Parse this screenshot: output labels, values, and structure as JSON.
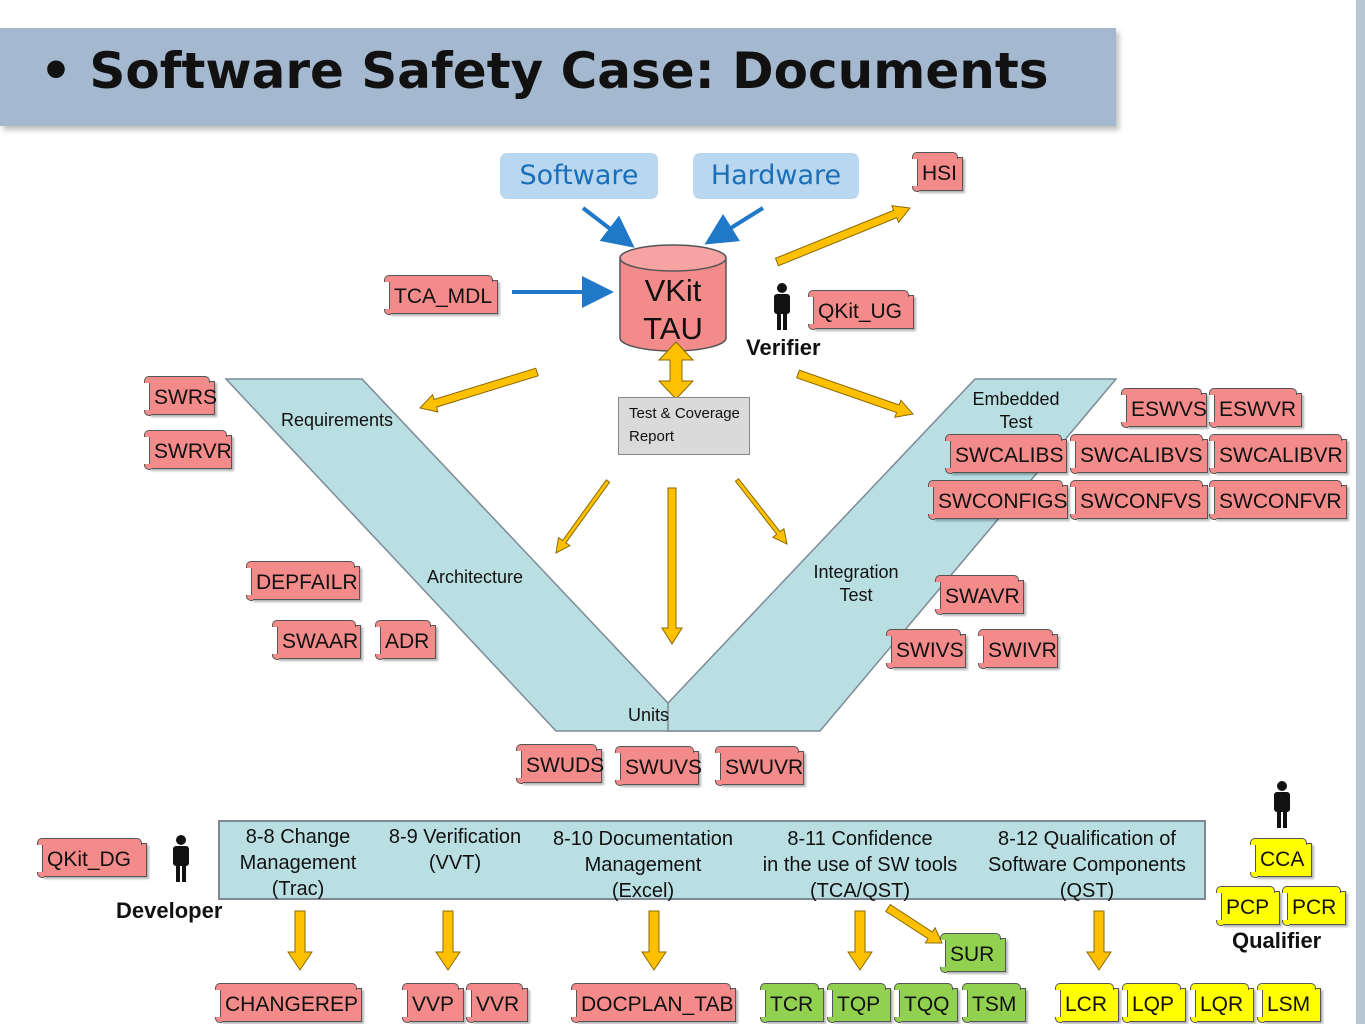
{
  "title": "Software Safety Case: Documents",
  "inputs": {
    "software": "Software",
    "hardware": "Hardware"
  },
  "tool": {
    "line1": "VKit",
    "line2": "TAU"
  },
  "report": {
    "line1": "Test & Coverage",
    "line2": "Report"
  },
  "roles": {
    "verifier": "Verifier",
    "developer": "Developer",
    "qualifier": "Qualifier"
  },
  "v_labels": {
    "requirements": "Requirements",
    "architecture": "Architecture",
    "units": "Units",
    "integration_line1": "Integration",
    "integration_line2": "Test",
    "embedded_line1": "Embedded",
    "embedded_line2": "Test"
  },
  "phases": [
    {
      "line1": "8-8 Change",
      "line2": "Management",
      "line3": "(Trac)"
    },
    {
      "line1": "8-9 Verification",
      "line2": "(VVT)",
      "line3": ""
    },
    {
      "line1": "8-10 Documentation",
      "line2": "Management",
      "line3": "(Excel)"
    },
    {
      "line1": "8-11 Confidence",
      "line2": "in the use of SW tools",
      "line3": "(TCA/QST)"
    },
    {
      "line1": "8-12 Qualification of",
      "line2": "Software Components",
      "line3": "(QST)"
    }
  ],
  "docs": {
    "hsi": "HSI",
    "tca_mdl": "TCA_MDL",
    "qkit_ug": "QKit_UG",
    "swrs": "SWRS",
    "swrvr": "SWRVR",
    "eswvs": "ESWVS",
    "eswvr": "ESWVR",
    "swcalibs": "SWCALIBS",
    "swcalibvs": "SWCALIBVS",
    "swcalibvr": "SWCALIBVR",
    "swconfigs": "SWCONFIGS",
    "swconfvs": "SWCONFVS",
    "swconfvr": "SWCONFVR",
    "depfailr": "DEPFAILR",
    "swaar": "SWAAR",
    "adr": "ADR",
    "swavr": "SWAVR",
    "swivs": "SWIVS",
    "swivr": "SWIVR",
    "swuds": "SWUDS",
    "swuvs": "SWUVS",
    "swuvr": "SWUVR",
    "qkit_dg": "QKit_DG",
    "cca": "CCA",
    "pcp": "PCP",
    "pcr": "PCR",
    "changerep": "CHANGEREP",
    "vvp": "VVP",
    "vvr": "VVR",
    "docplan_tab": "DOCPLAN_TAB",
    "tcr": "TCR",
    "tqp": "TQP",
    "tqq": "TQQ",
    "tsm": "TSM",
    "sur": "SUR",
    "lcr": "LCR",
    "lqp": "LQP",
    "lqr": "LQR",
    "lsm": "LSM"
  },
  "colors": {
    "doc_red": "#f48b8b",
    "doc_green": "#92d050",
    "doc_yellow": "#ffff00",
    "arrow_orange": "#ffc000",
    "arrow_blue": "#1f78c8",
    "v_shape": "#b9dfe3"
  }
}
